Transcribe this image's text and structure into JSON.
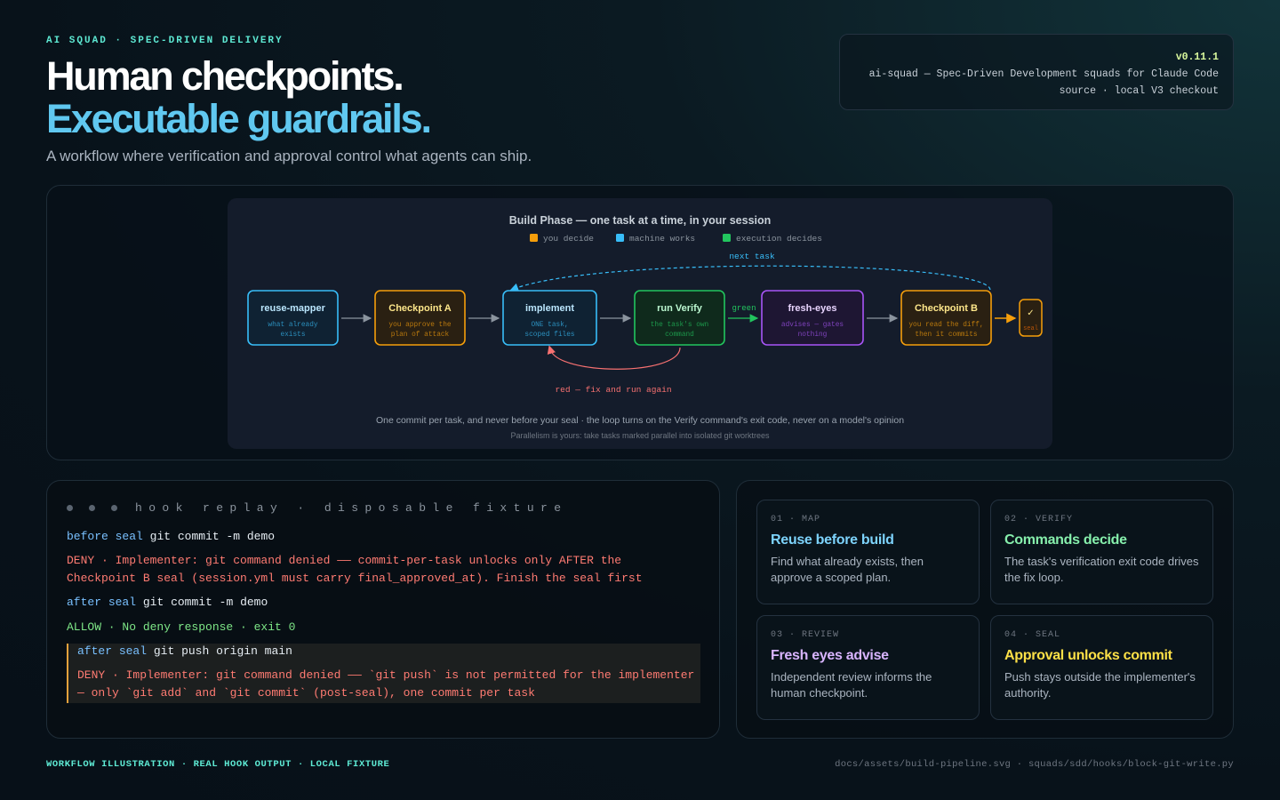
{
  "header": {
    "eyebrow": "AI SQUAD · SPEC-DRIVEN DELIVERY",
    "headline_line1": "Human checkpoints.",
    "headline_line2": "Executable guardrails.",
    "subtitle": "A workflow where verification and approval control what agents can ship."
  },
  "version_card": {
    "version": "v0.11.1",
    "line1": "ai-squad — Spec-Driven Development squads for Claude Code",
    "line2": "source · local V3 checkout"
  },
  "diagram": {
    "title": "Build Phase — one task at a time, in your session",
    "legend": [
      {
        "label": "you decide",
        "color": "#f59e0b"
      },
      {
        "label": "machine works",
        "color": "#38bdf8"
      },
      {
        "label": "execution decides",
        "color": "#22c55e"
      }
    ],
    "next_task_label": "next task",
    "green_label": "green",
    "red_loop_label": "red — fix and run again",
    "nodes": [
      {
        "title": "reuse-mapper",
        "sub1": "what already",
        "sub2": "exists",
        "color": "#38bdf8",
        "fill": "#0f2233",
        "title_color": "#bae6fd"
      },
      {
        "title": "Checkpoint A",
        "sub1": "you approve the",
        "sub2": "plan of attack",
        "color": "#f59e0b",
        "fill": "#2a2012",
        "title_color": "#fde68a"
      },
      {
        "title": "implement",
        "sub1": "ONE task,",
        "sub2": "scoped files",
        "color": "#38bdf8",
        "fill": "#0f2233",
        "title_color": "#bae6fd"
      },
      {
        "title": "run Verify",
        "sub1": "the task's own",
        "sub2": "command",
        "color": "#22c55e",
        "fill": "#0f2a1c",
        "title_color": "#bbf7d0"
      },
      {
        "title": "fresh-eyes",
        "sub1": "advises — gates",
        "sub2": "nothing",
        "color": "#a855f7",
        "fill": "#1e1633",
        "title_color": "#e9d5ff"
      },
      {
        "title": "Checkpoint B",
        "sub1": "you read the diff,",
        "sub2": "then it commits",
        "color": "#f59e0b",
        "fill": "#2a2012",
        "title_color": "#fde68a"
      }
    ],
    "seal_check": "✓",
    "seal_label": "seal",
    "caption": "One commit per task, and never before your seal · the loop turns on the Verify command's exit code, never on a model's opinion",
    "caption_small": "Parallelism is yours: take tasks marked parallel into isolated git worktrees"
  },
  "terminal": {
    "title": "hook replay · disposable fixture",
    "lines": {
      "l1_a": "before",
      "l1_b": "seal",
      "l1_c": "git commit -m demo",
      "l2": "DENY · Implementer: git command denied —— commit-per-task unlocks only AFTER the",
      "l3": "Checkpoint B seal (session.yml must carry final_approved_at). Finish the seal first",
      "l4_a": "after",
      "l4_b": "seal",
      "l4_c": "git commit -m demo",
      "l5": "ALLOW · No deny response · exit 0",
      "l6_a": "after",
      "l6_b": "seal",
      "l6_c": "git push origin main",
      "l7": "DENY · Implementer: git command denied —— `git push` is not permitted for the implementer",
      "l8": "— only `git add` and `git commit` (post-seal), one commit per task"
    }
  },
  "cards": [
    {
      "tag": "01 · MAP",
      "title": "Reuse before build",
      "desc": "Find what already exists, then approve a scoped plan.",
      "color": "#7dd3fc"
    },
    {
      "tag": "02 · VERIFY",
      "title": "Commands decide",
      "desc": "The task's verification exit code drives the fix loop.",
      "color": "#86efac"
    },
    {
      "tag": "03 · REVIEW",
      "title": "Fresh eyes advise",
      "desc": "Independent review informs the human checkpoint.",
      "color": "#d8b4fe"
    },
    {
      "tag": "04 · SEAL",
      "title": "Approval unlocks commit",
      "desc": "Push stays outside the implementer's authority.",
      "color": "#fde047"
    }
  ],
  "footer": {
    "left": "WORKFLOW ILLUSTRATION · REAL HOOK OUTPUT · LOCAL FIXTURE",
    "right": "docs/assets/build-pipeline.svg · squads/sdd/hooks/block-git-write.py"
  }
}
